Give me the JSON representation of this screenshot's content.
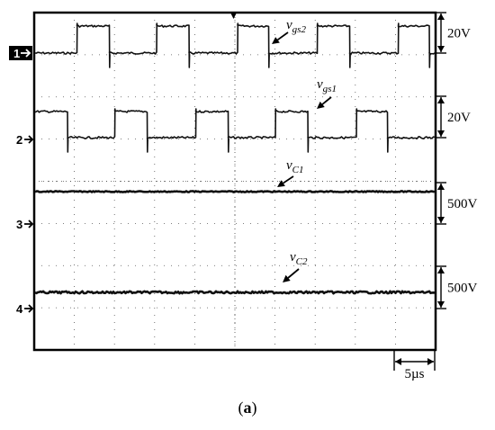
{
  "chart_data": {
    "type": "line",
    "title": "",
    "caption": {
      "open": "(",
      "bold": "a",
      "close": ")"
    },
    "time_scale": {
      "label": "5µs",
      "divisions": 1
    },
    "grid": {
      "divisions_x": 10,
      "divisions_y": 8,
      "dotted": true
    },
    "series": [
      {
        "id": "vgs2",
        "channel_marker": "1",
        "marker_boxed": true,
        "label_base": "v",
        "label_sub": "gs2",
        "scale": "20V",
        "waveform": "square",
        "period_us": 10,
        "duty": 0.4,
        "phase_us": 5.2,
        "high_level_div": 0.65
      },
      {
        "id": "vgs1",
        "channel_marker": "2",
        "marker_boxed": false,
        "label_base": "v",
        "label_sub": "gs1",
        "scale": "20V",
        "waveform": "square",
        "period_us": 10,
        "duty": 0.4,
        "phase_us": 0.0,
        "high_level_div": 0.65
      },
      {
        "id": "vC1",
        "channel_marker": "3",
        "marker_boxed": false,
        "label_base": "v",
        "label_sub": "C1",
        "scale": "500V",
        "waveform": "dc",
        "level_div": 0.75
      },
      {
        "id": "vC2",
        "channel_marker": "4",
        "marker_boxed": false,
        "label_base": "v",
        "label_sub": "C2",
        "scale": "500V",
        "waveform": "dc",
        "level_div": 0.45
      }
    ]
  }
}
